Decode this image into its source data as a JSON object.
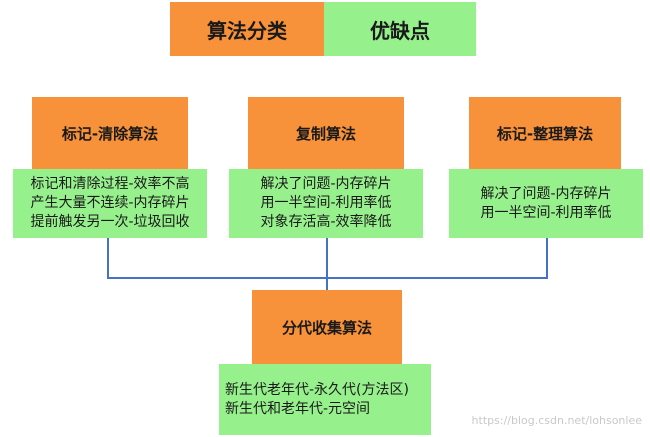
{
  "header": {
    "left_label": "算法分类",
    "right_label": "优缺点"
  },
  "algorithms": [
    {
      "name": "标记-清除算法",
      "lines": [
        "标记和清除过程-效率不高",
        "产生大量不连续-内存碎片",
        "提前触发另一次-垃圾回收"
      ]
    },
    {
      "name": "复制算法",
      "lines": [
        "解决了问题-内存碎片",
        "用一半空间-利用率低",
        "对象存活高-效率降低"
      ]
    },
    {
      "name": "标记-整理算法",
      "lines": [
        "解决了问题-内存碎片",
        "用一半空间-利用率低"
      ]
    }
  ],
  "combined": {
    "name": "分代收集算法",
    "lines": [
      "新生代老年代-永久代(方法区)",
      "新生代和老年代-元空间"
    ]
  },
  "watermark": "https://blog.csdn.net/lohsonlee",
  "colors": {
    "orange": "#f7913a",
    "green": "#96f08c",
    "connector": "#4472c4"
  }
}
